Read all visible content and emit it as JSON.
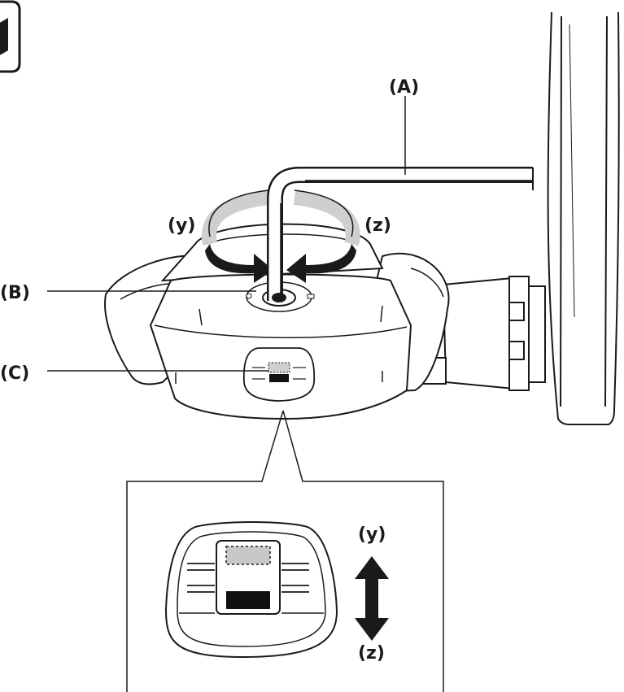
{
  "labels": {
    "wrench": "(A)",
    "screw": "(B)",
    "indicator": "(C)",
    "dir_y_top": "(y)",
    "dir_z_top": "(z)",
    "dir_y_inset": "(y)",
    "dir_z_inset": "(z)"
  },
  "colors": {
    "line": "#1a1a1a",
    "shadow": "#cfcfcf",
    "indicator_light": "#c8c8c8",
    "indicator_dark": "#111111"
  }
}
